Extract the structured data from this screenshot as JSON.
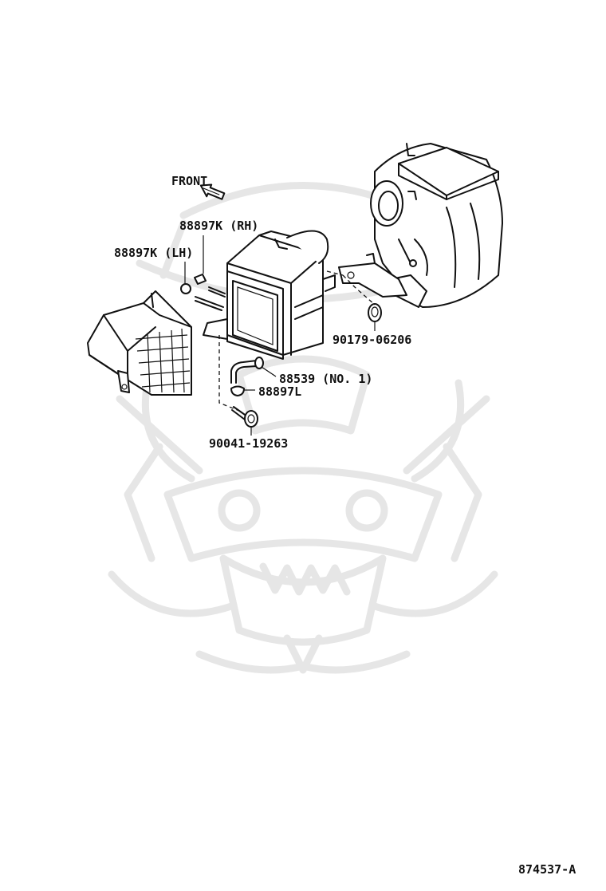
{
  "diagram": {
    "direction_label": "FRONT",
    "parts": {
      "nut_rh": "88897K (RH)",
      "nut_lh": "88897K (LH)",
      "grommet": "90179-06206",
      "hose": "88539 (NO. 1)",
      "clamp": "88897L",
      "bolt": "90041-19263"
    },
    "figure_number": "874537-A"
  },
  "colors": {
    "line": "#111111",
    "watermark": "#e6e6e6",
    "background": "#ffffff"
  }
}
